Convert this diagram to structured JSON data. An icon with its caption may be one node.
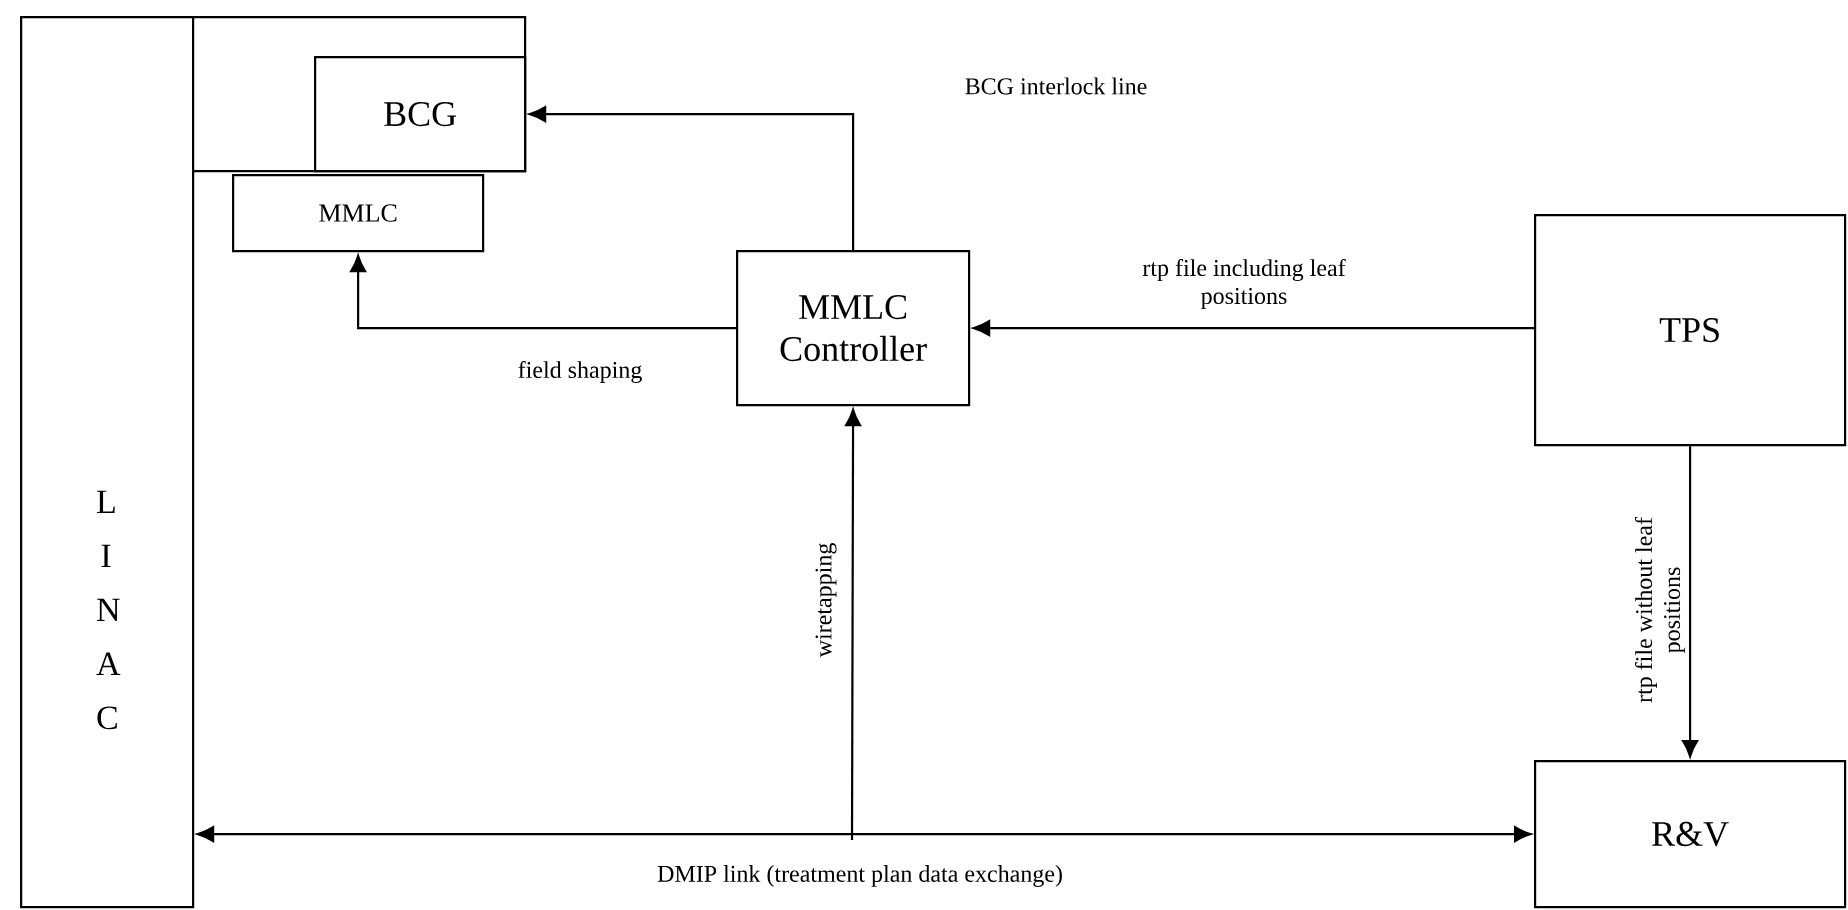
{
  "diagram": {
    "nodes": [
      {
        "text": [
          "L I N A C"
        ]
      },
      {
        "text": [],
        "shape": "box"
      },
      {
        "text": [
          "BCG"
        ],
        "in": 1
      },
      {
        "text": [
          "MMLC"
        ]
      },
      {
        "text": [
          "MMLC Controller"
        ]
      },
      {
        "text": [
          "TPS"
        ]
      },
      {
        "text": [
          "R&V"
        ]
      }
    ],
    "edges": [
      {
        "from": 4,
        "to": 2,
        "arrow": "to",
        "label": "BCG interlock line"
      },
      {
        "from": 4,
        "to": 3,
        "arrow": "to",
        "label": "field shaping"
      },
      {
        "from": 5,
        "to": 4,
        "arrow": "to",
        "label": "rtp file including leaf positions"
      },
      {
        "from": 5,
        "to": 6,
        "arrow": "to",
        "label": "rtp file without leaf positions"
      },
      {
        "from": null,
        "to": 4,
        "arrow": "to",
        "label": "wiretapping"
      },
      {
        "from": 0,
        "to": 6,
        "arrow": "both",
        "label": "DMIP link (treatment plan data exchange)"
      }
    ]
  }
}
